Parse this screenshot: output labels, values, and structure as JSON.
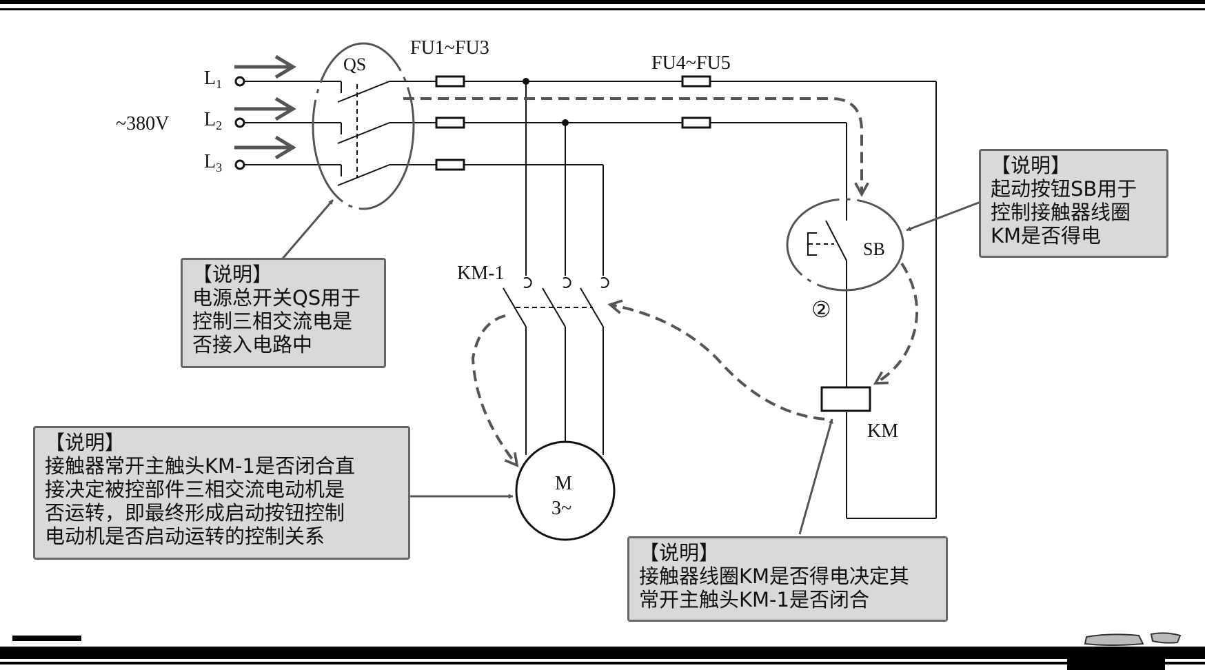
{
  "labels": {
    "voltage": "~380V",
    "l1": "L",
    "l1_sub": "1",
    "l2": "L",
    "l2_sub": "2",
    "l3": "L",
    "l3_sub": "3",
    "qs": "QS",
    "fu13": "FU1~FU3",
    "fu45": "FU4~FU5",
    "km1": "KM-1",
    "sb": "SB",
    "circle2": "②",
    "km": "KM",
    "motor_m": "M",
    "motor_3": "3~"
  },
  "notes": {
    "qs": {
      "title": "【说明】",
      "lines": [
        "电源总开关QS用于",
        "控制三相交流电是",
        "否接入电路中"
      ]
    },
    "sb": {
      "title": "【说明】",
      "lines": [
        "起动按钮SB用于",
        "控制接触器线圈",
        "KM是否得电"
      ]
    },
    "km1": {
      "title": "【说明】",
      "lines": [
        "接触器常开主触头KM-1是否闭合直",
        "接决定被控部件三相交流电动机是",
        "否运转，即最终形成启动按钮控制",
        "电动机是否启动运转的控制关系"
      ]
    },
    "km": {
      "title": "【说明】",
      "lines": [
        "接触器线圈KM是否得电决定其",
        "常开主触头KM-1是否闭合"
      ]
    }
  },
  "colors": {
    "line": "#111111",
    "dash": "#555555",
    "note_fill": "#d9d9d9",
    "note_border": "#666666"
  }
}
